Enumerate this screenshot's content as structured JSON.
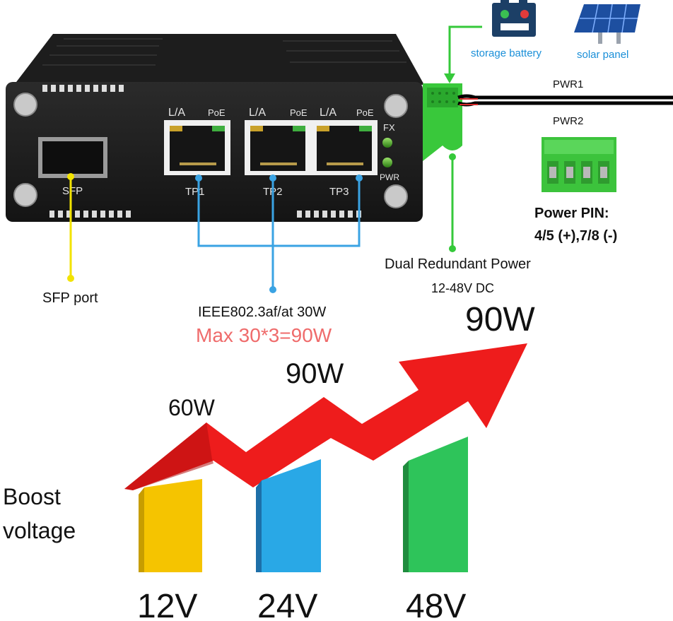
{
  "device": {
    "labels": {
      "la_1": "L/A",
      "poe_1": "PoE",
      "la_2": "L/A",
      "poe_2": "PoE",
      "la_3": "L/A",
      "poe_3": "PoE",
      "fx": "FX",
      "pwr": "PWR",
      "sfp": "SFP",
      "tp1": "TP1",
      "tp2": "TP2",
      "tp3": "TP3"
    }
  },
  "power_sources": {
    "battery": "storage battery",
    "solar": "solar panel",
    "pwr1": "PWR1",
    "pwr2": "PWR2"
  },
  "power_pin": {
    "line1": "Power PIN:",
    "line2": "4/5 (+),7/8 (-)"
  },
  "callouts": {
    "sfp_port": "SFP port",
    "poe_standard": "IEEE802.3af/at 30W",
    "poe_max": "Max 30*3=90W",
    "dual_power": "Dual Redundant Power",
    "voltage_range": "12-48V DC"
  },
  "boost": {
    "label_line1": "Boost",
    "label_line2": "voltage",
    "bars": [
      {
        "voltage": "12V",
        "watts": "60W",
        "color": "#f5c400"
      },
      {
        "voltage": "24V",
        "watts": "90W",
        "color": "#29a8e6"
      },
      {
        "voltage": "48V",
        "watts": "90W",
        "color": "#2ec45a"
      }
    ]
  },
  "colors": {
    "sfp_line": "#f2e300",
    "tp_line": "#3aa3e3",
    "power_line": "#35c93a",
    "arrow": "#ee1c1c",
    "poe_max_text": "#ef6b6b",
    "source_text": "#1a8fd8"
  }
}
